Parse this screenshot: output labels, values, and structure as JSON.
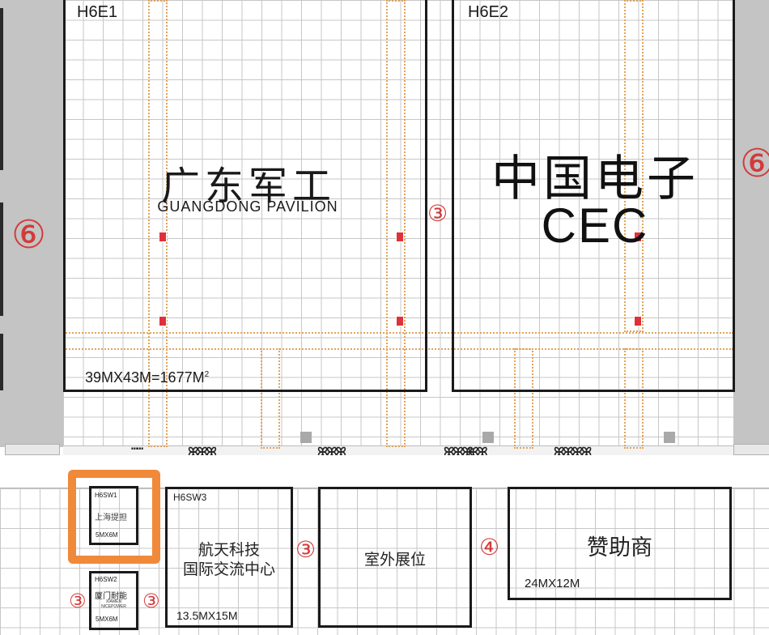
{
  "colors": {
    "walls": "#c4c4c4",
    "outline": "#1a1a1a",
    "marker": "#d23a3a",
    "highlight": "#f0893a",
    "dotted_path": "#e1a45b",
    "emergency": "#e0303a"
  },
  "upper_hall": {
    "left_pavilion": {
      "code": "H6E1",
      "title_cn": "广东军工",
      "title_en": "GUANGDONG PAVILION",
      "area_text": "39MX43M=1677M",
      "area_sup": "2"
    },
    "right_pavilion": {
      "code": "H6E2",
      "title_cn": "中国电子",
      "title_en": "CEC"
    },
    "markers": {
      "left_wall": "⑥",
      "center": "③",
      "right_wall": "⑥"
    },
    "bottom_icons": [
      "⋯⋯",
      "ꕤꕤꕤ",
      "ꕤꕤꕤ",
      "ꕤꕤꕤ",
      "ꕤꕤ",
      "ꕤꕤꕤꕤ"
    ]
  },
  "lower_row": {
    "booth_sw1": {
      "code": "H6SW1",
      "name": "上海提担",
      "size": "5MX6M",
      "highlighted": true
    },
    "booth_sw2": {
      "code": "H6SW2",
      "name": "厦门耐能",
      "name_en_1": "XIAMEN",
      "name_en_2": "NICEPOWER",
      "size": "5MX6M"
    },
    "booth_sw3": {
      "code": "H6SW3",
      "name_line1": "航天科技",
      "name_line2": "国际交流中心",
      "size": "13.5MX15M"
    },
    "outdoor": {
      "name": "室外展位"
    },
    "sponsor": {
      "name": "赞助商",
      "size": "24MX12M"
    },
    "markers": {
      "sw2_left": "③",
      "sw2_right": "③",
      "sw3_right": "③",
      "outdoor_right": "④"
    }
  }
}
